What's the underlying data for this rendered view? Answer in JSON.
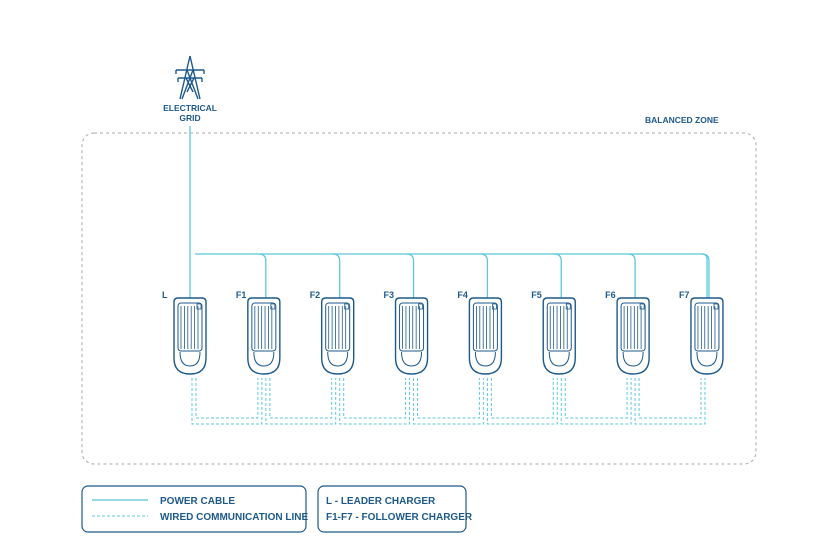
{
  "grid": {
    "line1": "ELECTRICAL",
    "line2": "GRID",
    "icon": "transmission-tower-icon"
  },
  "zone": {
    "label": "BALANCED ZONE"
  },
  "chargers": [
    "L",
    "F1",
    "F2",
    "F3",
    "F4",
    "F5",
    "F6",
    "F7"
  ],
  "legend": {
    "power_cable": "POWER CABLE",
    "wired_comm": "WIRED COMMUNICATION LINE",
    "leader": "L - LEADER CHARGER",
    "follower": "F1-F7 - FOLLOWER CHARGER"
  },
  "colors": {
    "dark": "#1d5a8c",
    "power": "#5cc8dc",
    "comm": "#5cc8dc",
    "zone": "#a8a8a8"
  }
}
